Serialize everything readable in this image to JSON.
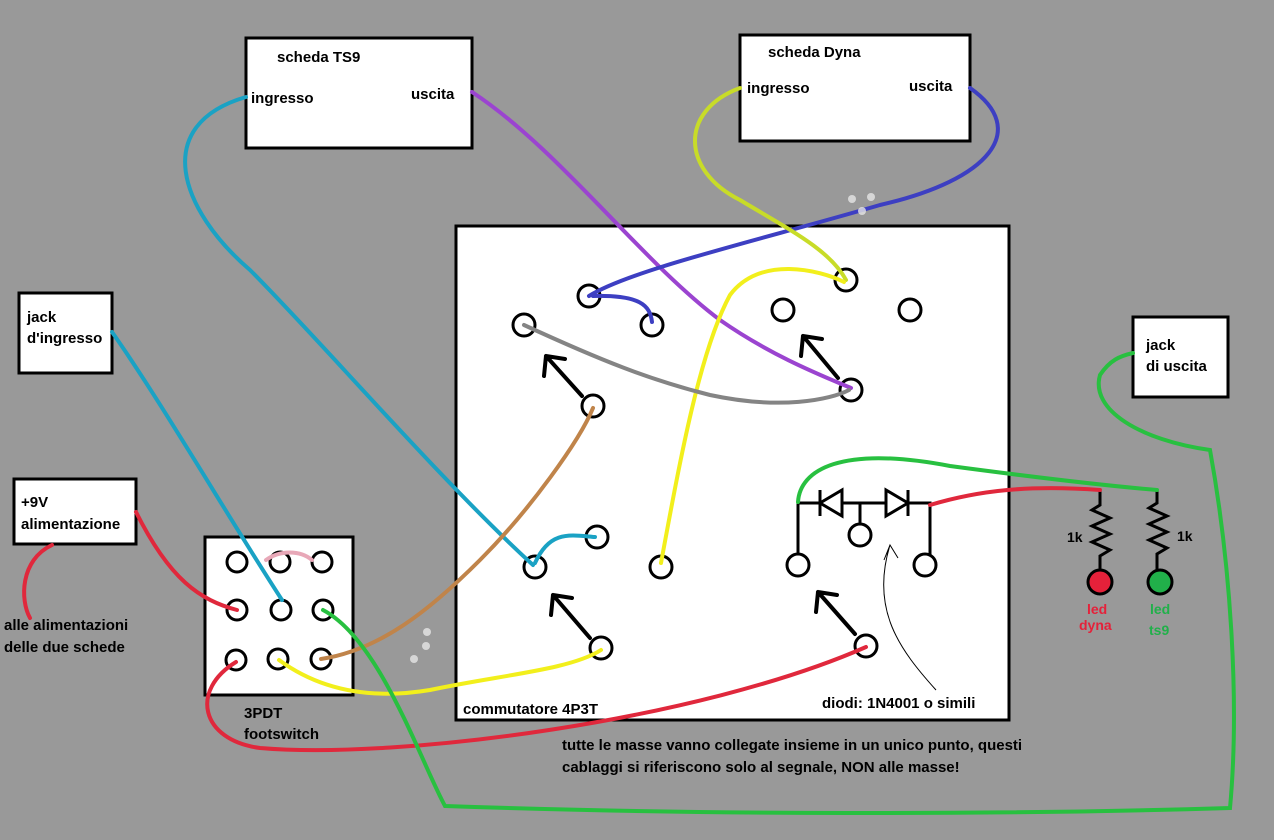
{
  "boards": {
    "ts9": {
      "title": "scheda TS9",
      "in_label": "ingresso",
      "out_label": "uscita"
    },
    "dyna": {
      "title": "scheda Dyna",
      "in_label": "ingresso",
      "out_label": "uscita"
    }
  },
  "jacks": {
    "input": {
      "line1": "jack",
      "line2": "d'ingresso"
    },
    "output": {
      "line1": "jack",
      "line2": "di uscita"
    }
  },
  "power": {
    "line1": "+9V",
    "line2": "alimentazione"
  },
  "power_note": {
    "line1": "alle alimentazioni",
    "line2": "delle due schede"
  },
  "footswitch": {
    "line1": "3PDT",
    "line2": "footswitch"
  },
  "switch_label": "commutatore 4P3T",
  "diodes_label": "diodi: 1N4001 o simili",
  "resistors": {
    "r1": "1k",
    "r2": "1k"
  },
  "leds": {
    "dyna": {
      "line1": "led",
      "line2": "dyna",
      "color": "#e5213a"
    },
    "ts9": {
      "line1": "led",
      "line2": "ts9",
      "color": "#21b04a"
    }
  },
  "note": {
    "line1": "tutte le masse vanno collegate insieme in un unico punto, questi",
    "line2": "cablaggi si riferiscono solo al segnale, NON alle masse!"
  },
  "colors": {
    "background": "#999999",
    "wire_cyan": "#1aa2c4",
    "wire_purple": "#9b44d0",
    "wire_blue": "#3d3fc2",
    "wire_yellowgreen": "#c8dc28",
    "wire_yellow": "#f2ef1c",
    "wire_gray": "#848484",
    "wire_brown": "#c0844a",
    "wire_red": "#e0283c",
    "wire_green": "#28c040",
    "wire_pink": "#e8a8b8"
  }
}
